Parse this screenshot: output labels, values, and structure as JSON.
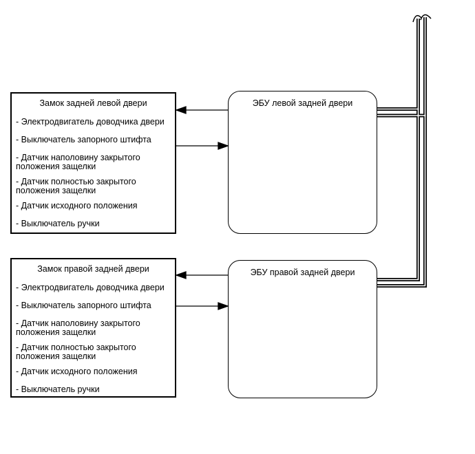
{
  "diagram": {
    "colors": {
      "line": "#000000",
      "background": "#ffffff"
    },
    "left_boxes": [
      {
        "title": "Замок задней левой двери",
        "items": [
          "- Электродвигатель доводчика двери",
          "- Выключатель запорного штифта",
          "- Датчик наполовину закрытого положения защелки",
          "- Датчик полностью закрытого положения защелки",
          "- Датчик исходного положения",
          "- Выключатель ручки"
        ]
      },
      {
        "title": "Замок правой задней двери",
        "items": [
          "- Электродвигатель доводчика двери",
          "- Выключатель запорного штифта",
          "- Датчик наполовину закрытого положения защелки",
          "- Датчик полностью закрытого положения защелки",
          "- Датчик исходного положения",
          "- Выключатель ручки"
        ]
      }
    ],
    "ecu_boxes": [
      {
        "title": "ЭБУ левой задней двери"
      },
      {
        "title": "ЭБУ правой задней двери"
      }
    ]
  }
}
